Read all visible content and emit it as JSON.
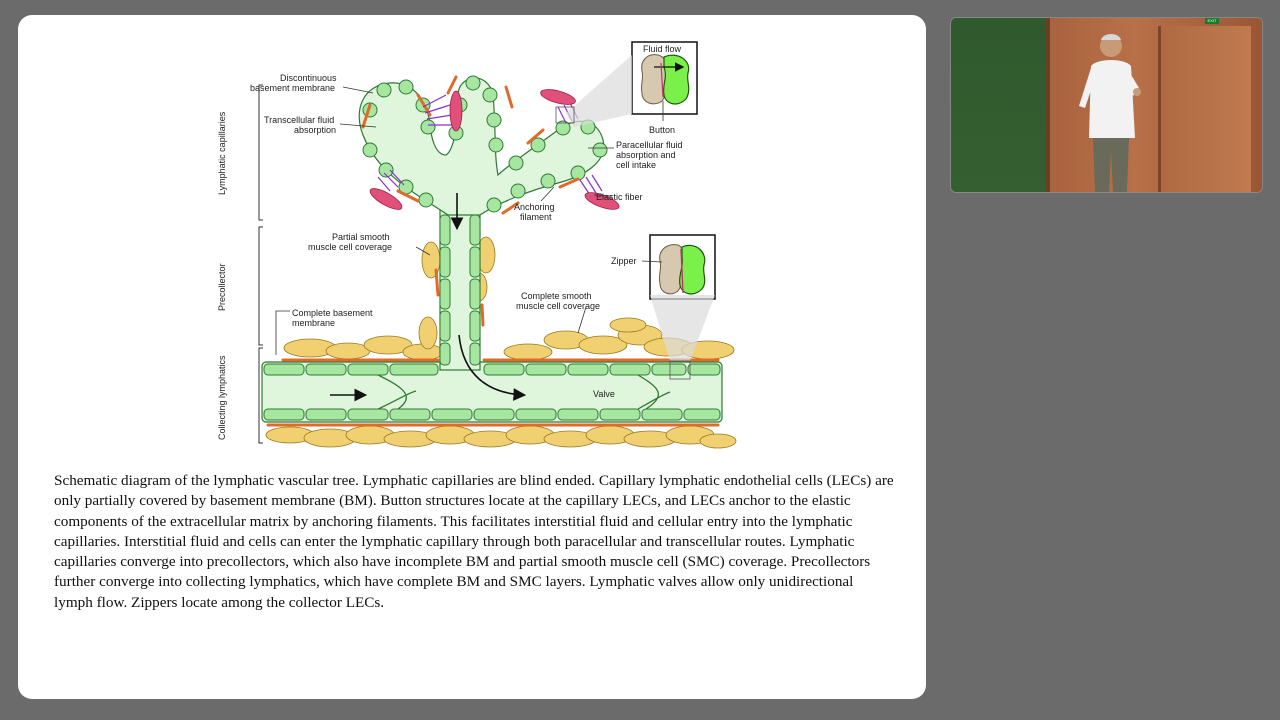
{
  "diagram": {
    "section_labels": {
      "capillaries": "Lymphatic capillaries",
      "precollector": "Precollector",
      "collecting": "Collecting lymphatics"
    },
    "labels": {
      "discontinuous_bm_1": "Discontinuous",
      "discontinuous_bm_2": "basement membrane",
      "transcellular_1": "Transcellular fluid",
      "transcellular_2": "absorption",
      "paracellular_1": "Paracellular fluid",
      "paracellular_2": "absorption and",
      "paracellular_3": "cell intake",
      "elastic_fiber": "Elastic fiber",
      "anchoring_1": "Anchoring",
      "anchoring_2": "filament",
      "partial_smc_1": "Partial smooth",
      "partial_smc_2": "muscle cell coverage",
      "complete_bm_1": "Complete basement",
      "complete_bm_2": "membrane",
      "complete_smc_1": "Complete smooth",
      "complete_smc_2": "muscle cell coverage",
      "valve": "Valve",
      "fluid_flow": "Fluid flow",
      "button": "Button",
      "zipper": "Zipper"
    }
  },
  "caption": "Schematic diagram of the lymphatic vascular tree. Lymphatic capillaries are blind ended. Capillary lymphatic endothelial cells (LECs) are only partially covered by basement membrane (BM). Button structures locate at the capillary LECs, and LECs anchor to the elastic components of the extracellular matrix by anchoring filaments. This facilitates interstitial fluid and cellular entry into the lymphatic capillaries. Interstitial fluid and cells can enter the lymphatic capillary through both paracellular and transcellular routes. Lymphatic capillaries converge into precollectors, which also have incomplete BM and partial smooth muscle cell (SMC) coverage. Precollectors further converge into collecting lymphatics, which have complete BM and SMC layers. Lymphatic valves allow only unidirectional lymph flow. Zippers locate among the collector LECs.",
  "video": {
    "exit_sign": "EXIT"
  },
  "colors": {
    "lumen": "#dff5dc",
    "cell": "#a6e6a0",
    "cell_border": "#2f7a33",
    "nucleus": "#c7a0a8",
    "smc": "#f0d070",
    "basement_membrane": "#e06a2a",
    "anchor": "#8a2dd6",
    "anchor_pad": "#e0507a",
    "slide_bg": "#ffffff",
    "page_bg": "#6b6b6b"
  }
}
